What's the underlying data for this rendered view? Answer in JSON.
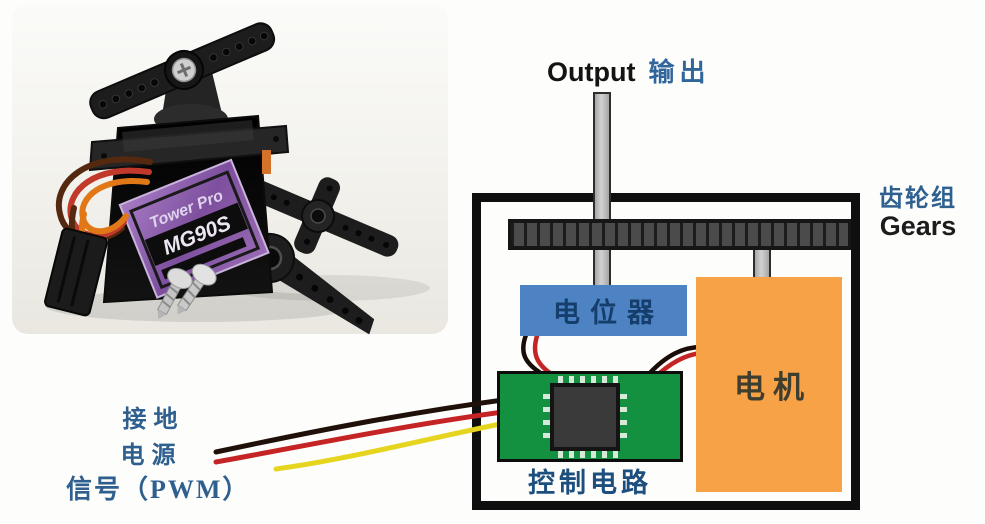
{
  "photo": {
    "description": "TowerPro MG90S micro servo with output horn, two spare horns, mounting screws and cable",
    "brand_label": "Tower Pro",
    "model_label": "MG90S"
  },
  "diagram": {
    "output": {
      "en": "Output",
      "zh": "输出"
    },
    "gears": {
      "zh": "齿轮组",
      "en": "Gears"
    },
    "potentiometer": "电位器",
    "motor": "电机",
    "control_circuit": "控制电路",
    "wires": {
      "ground": "接地",
      "power": "电源",
      "signal": "信号（PWM）"
    },
    "colors": {
      "case_border": "#0f0f0f",
      "gear_fill": "#4b4b4b",
      "shaft_fill": "#b9b9b9",
      "potentiometer_fill": "#4d83c3",
      "motor_fill": "#f7a247",
      "board_fill": "#139140",
      "chip_fill": "#3a3a3a",
      "label_blue": "#2e5f8e",
      "wire_black": "#20100a",
      "wire_red": "#c42424",
      "wire_yellow": "#e6d51f"
    }
  }
}
